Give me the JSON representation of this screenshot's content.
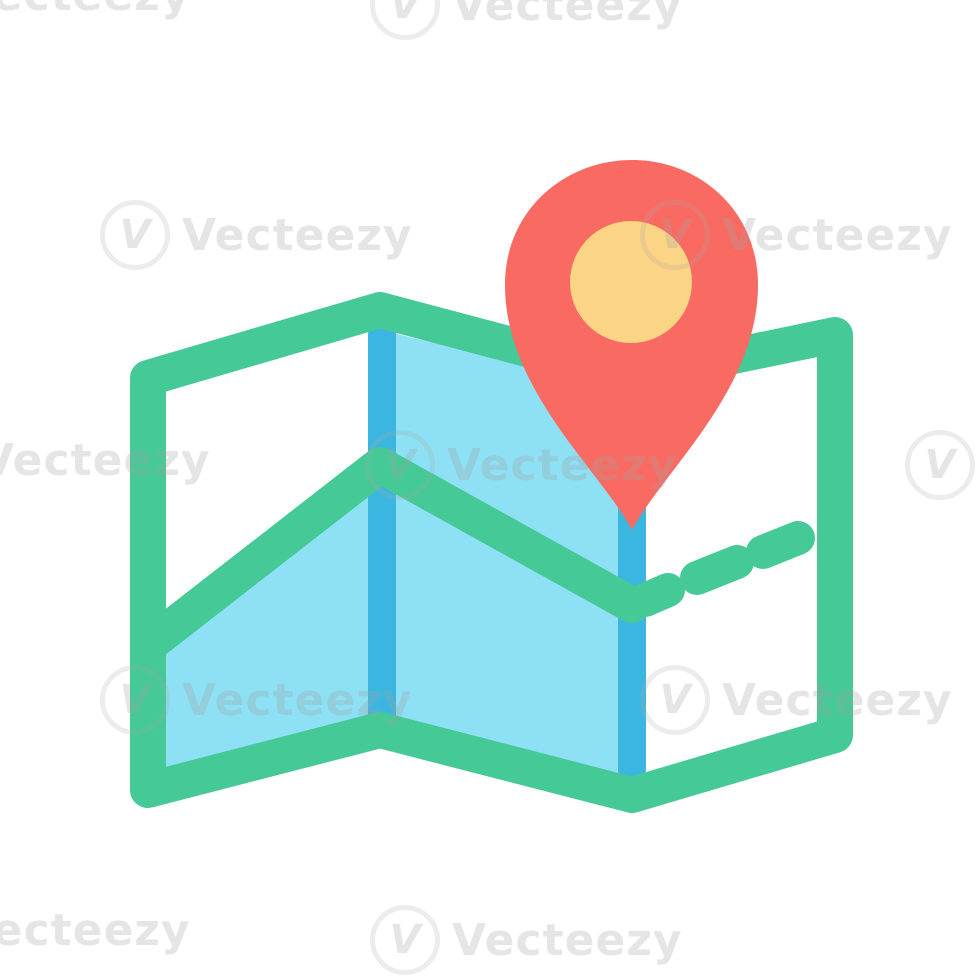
{
  "icon": {
    "name": "folded-map-with-location-pin",
    "colors": {
      "outline": "#45c997",
      "map_fill": "#8ee0f4",
      "fold_line": "#3bb6e0",
      "paper": "#ffffff",
      "pin": "#f96b62",
      "pin_center": "#fbd485"
    }
  },
  "watermark": {
    "text": "Vecteezy",
    "logo_glyph": "V"
  }
}
